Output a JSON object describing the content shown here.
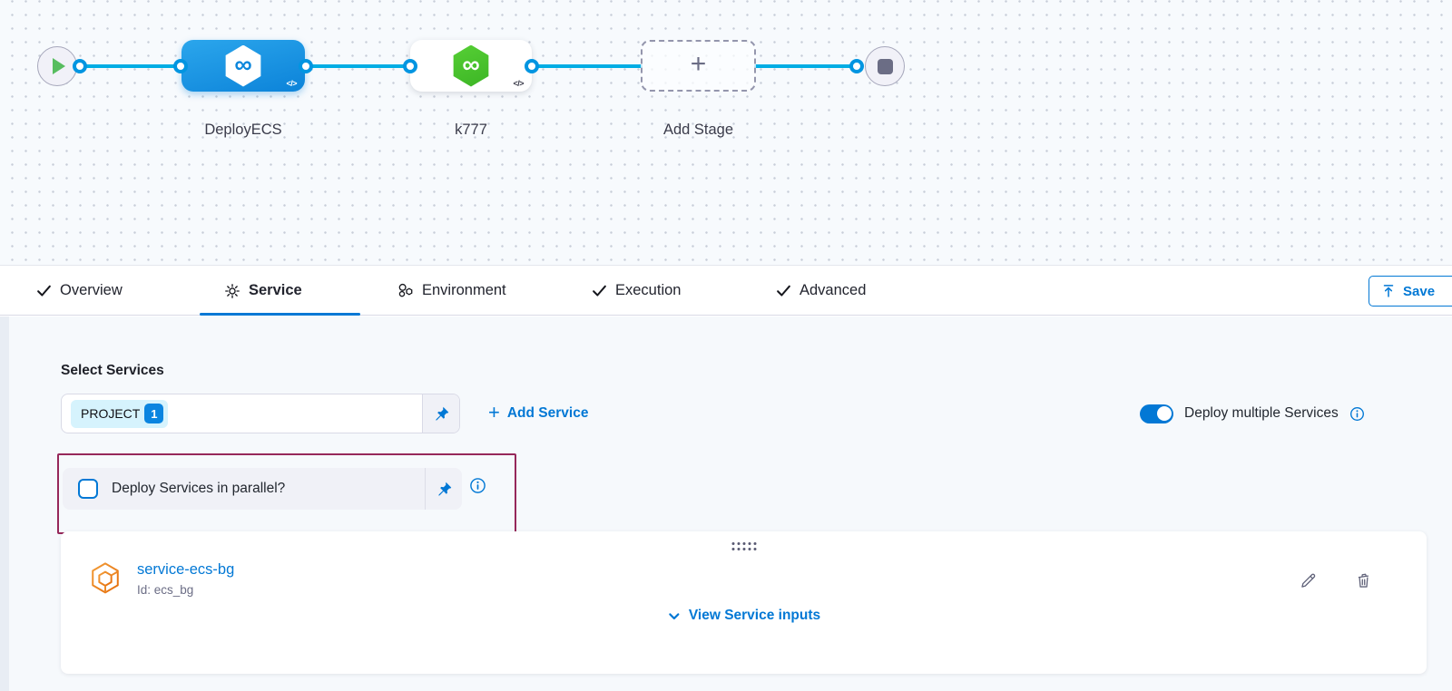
{
  "pipeline": {
    "stages": [
      {
        "label": "DeployECS",
        "code_badge": "</>"
      },
      {
        "label": "k777",
        "code_badge": "</>"
      },
      {
        "label": "Add Stage",
        "plus": "+"
      }
    ]
  },
  "tab_bar": {
    "tabs": [
      {
        "label": "Overview"
      },
      {
        "label": "Service"
      },
      {
        "label": "Environment"
      },
      {
        "label": "Execution"
      },
      {
        "label": "Advanced"
      }
    ],
    "save_button_label": "Save"
  },
  "service_tab": {
    "select_services_label": "Select Services",
    "service_chip": {
      "text": "PROJECT",
      "count": "1"
    },
    "add_service_plus": "+",
    "add_service_label": "Add Service",
    "deploy_multiple_label": "Deploy multiple Services",
    "parallel_label": "Deploy Services in parallel?",
    "card": {
      "service_name": "service-ecs-bg",
      "service_id": "Id: ecs_bg",
      "view_inputs_label": "View Service inputs"
    }
  },
  "colors": {
    "accent_blue": "#0278d5",
    "connector_blue": "#00ade4",
    "node_blue_gradient_end": "#0c83d9",
    "node_green": "#42ba2e",
    "highlight_border": "#96285a",
    "canvas_bg": "#f7fafd",
    "content_bg": "#f6f9fc",
    "chip_bg": "#d6f3fd"
  }
}
